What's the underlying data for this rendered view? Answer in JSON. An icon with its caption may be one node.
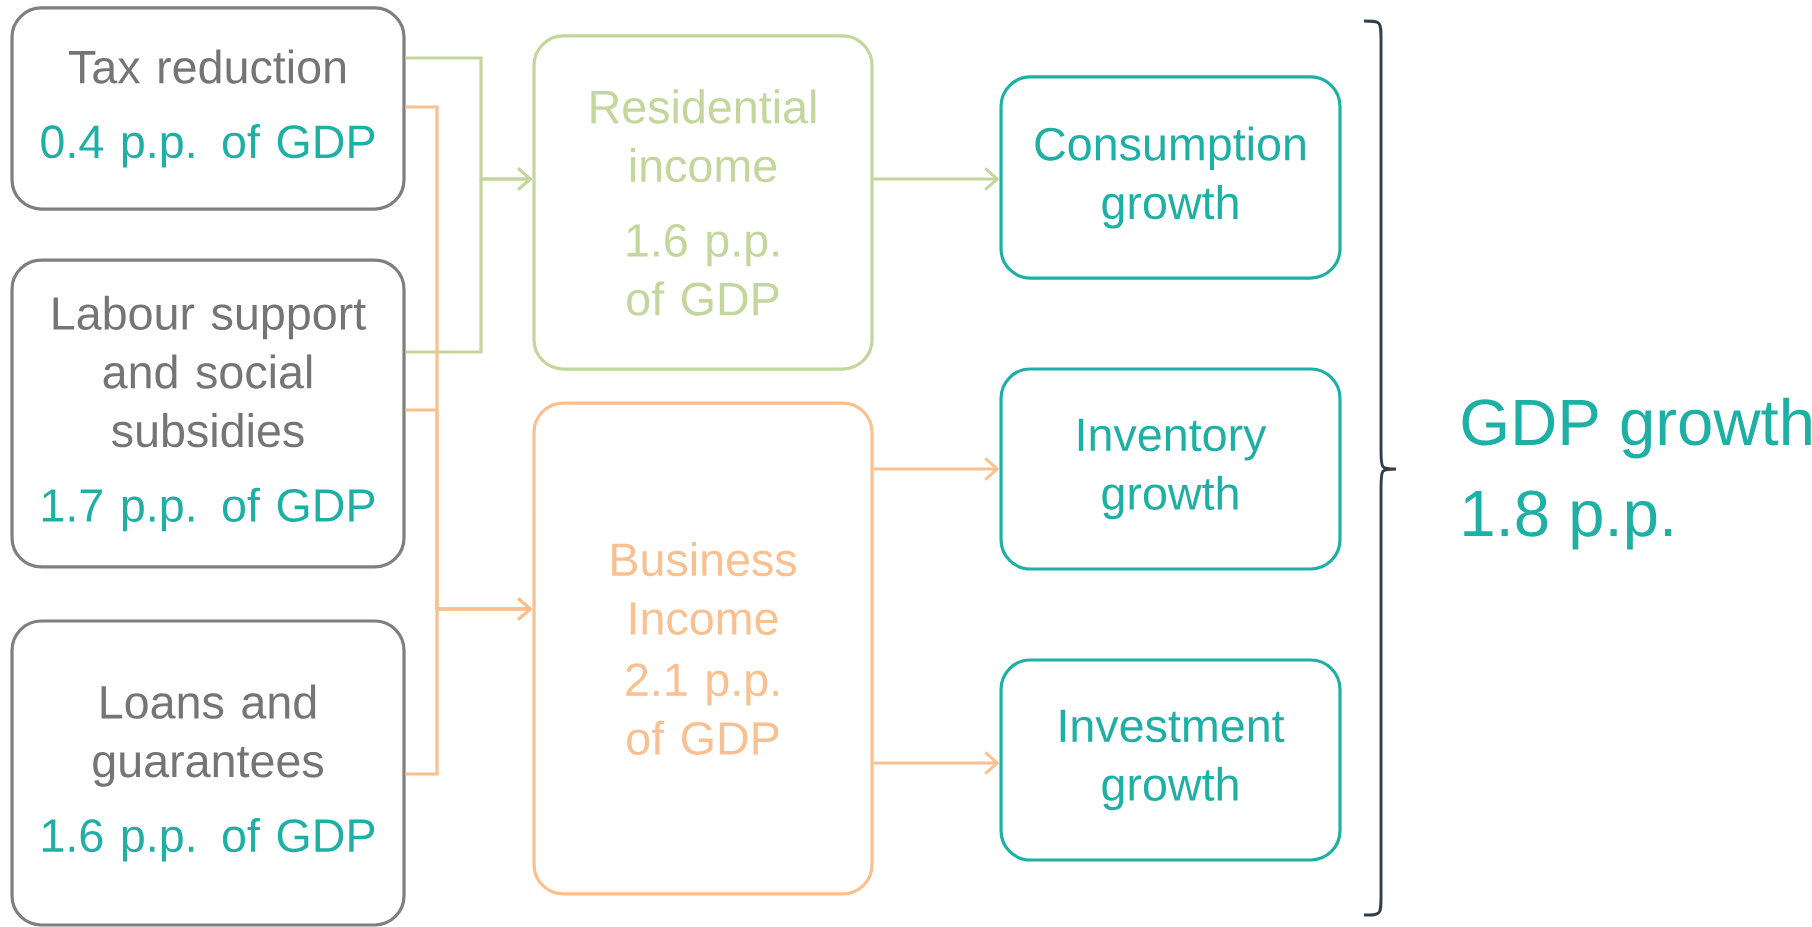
{
  "diagram": {
    "nodes": [
      {
        "text": [
          "Tax reduction",
          "0.4 p.p. of GDP"
        ]
      },
      {
        "text": [
          "Labour support and social subsidies",
          "1.7 p.p. of GDP"
        ]
      },
      {
        "text": [
          "Loans and guarantees",
          "1.6 p.p. of GDP"
        ]
      },
      {
        "text": [
          "Residential income",
          "1.6 p.p. of GDP"
        ]
      },
      {
        "text": [
          "Business Income",
          "2.1 p.p. of GDP"
        ]
      },
      {
        "text": [
          "Consumption growth"
        ]
      },
      {
        "text": [
          "Inventory growth"
        ]
      },
      {
        "text": [
          "Investment growth"
        ]
      }
    ],
    "edges": [
      {
        "from": 0,
        "to": 3,
        "arrow": "to",
        "color": "#c3d69b"
      },
      {
        "from": 1,
        "to": 3,
        "arrow": "to",
        "color": "#c3d69b"
      },
      {
        "from": 0,
        "to": 4,
        "arrow": "to",
        "color": "#fac090"
      },
      {
        "from": 1,
        "to": 4,
        "arrow": "to",
        "color": "#fac090"
      },
      {
        "from": 2,
        "to": 4,
        "arrow": "to",
        "color": "#fac090"
      },
      {
        "from": 3,
        "to": 5,
        "arrow": "to",
        "color": "#c3d69b"
      },
      {
        "from": 4,
        "to": 6,
        "arrow": "to",
        "color": "#fac090"
      },
      {
        "from": 4,
        "to": 7,
        "arrow": "to",
        "color": "#fac090"
      }
    ],
    "labels": [
      "GDP growth",
      "1.8 p.p."
    ]
  }
}
